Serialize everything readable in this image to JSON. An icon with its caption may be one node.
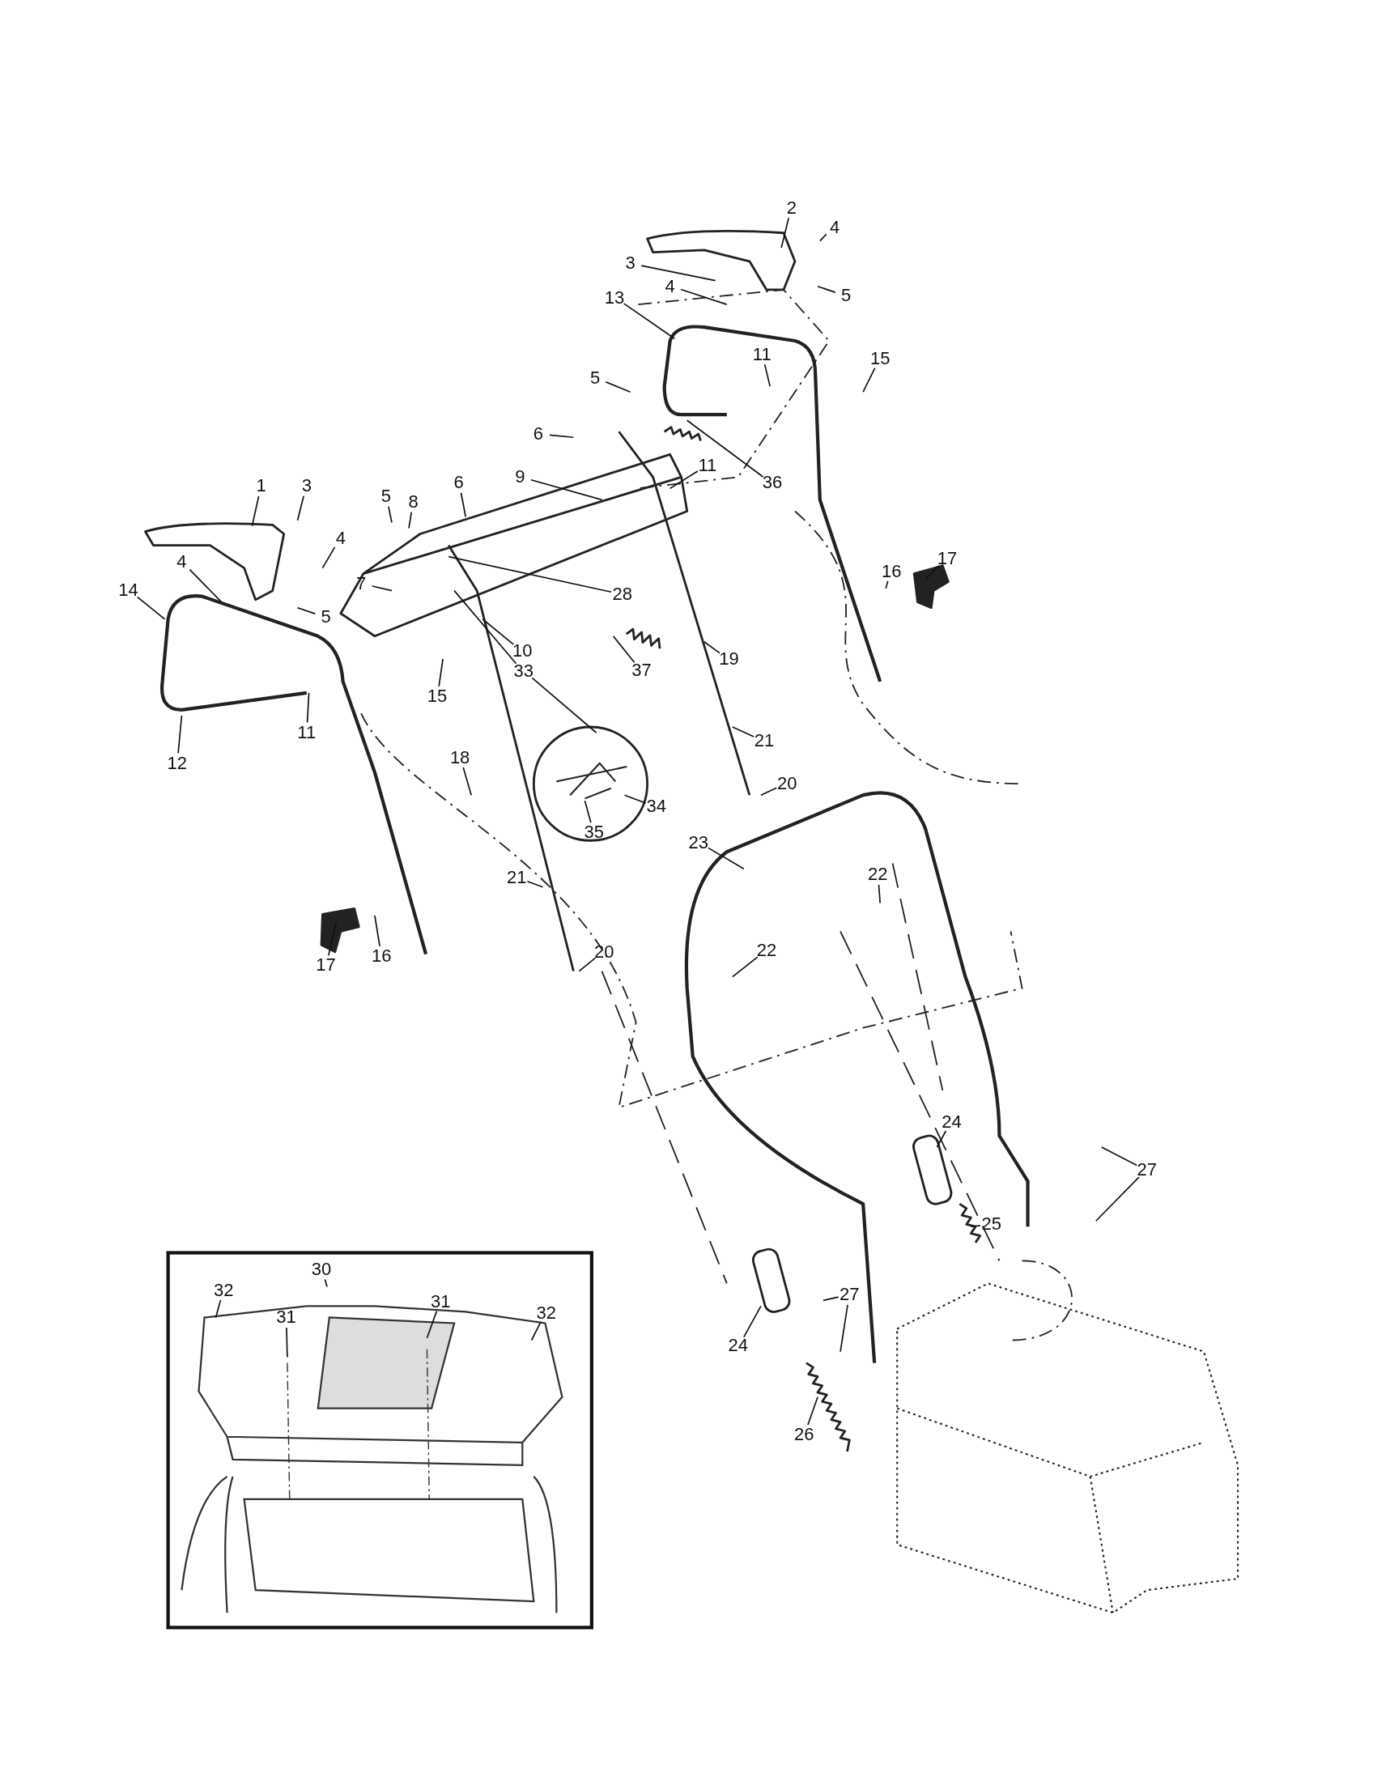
{
  "diagram": {
    "nodes": [
      {
        "text": [
          "2"
        ]
      },
      {
        "text": [
          "4"
        ]
      },
      {
        "text": [
          "3"
        ]
      },
      {
        "text": [
          "5"
        ]
      },
      {
        "text": [
          "4"
        ]
      },
      {
        "text": [
          "13"
        ]
      },
      {
        "text": [
          "11"
        ]
      },
      {
        "text": [
          "15"
        ]
      },
      {
        "text": [
          "5"
        ]
      },
      {
        "text": [
          "6"
        ]
      },
      {
        "text": [
          "11"
        ]
      },
      {
        "text": [
          "36"
        ]
      },
      {
        "text": [
          "9"
        ]
      },
      {
        "text": [
          "1"
        ]
      },
      {
        "text": [
          "3"
        ]
      },
      {
        "text": [
          "6"
        ]
      },
      {
        "text": [
          "5"
        ]
      },
      {
        "text": [
          "8"
        ]
      },
      {
        "text": [
          "4"
        ]
      },
      {
        "text": [
          "4"
        ]
      },
      {
        "text": [
          "16"
        ]
      },
      {
        "text": [
          "17"
        ]
      },
      {
        "text": [
          "7"
        ]
      },
      {
        "text": [
          "14"
        ]
      },
      {
        "text": [
          "28"
        ]
      },
      {
        "text": [
          "5"
        ]
      },
      {
        "text": [
          "10"
        ]
      },
      {
        "text": [
          "19"
        ]
      },
      {
        "text": [
          "37"
        ]
      },
      {
        "text": [
          "33"
        ]
      },
      {
        "text": [
          "15"
        ]
      },
      {
        "text": [
          "11"
        ]
      },
      {
        "text": [
          "21"
        ]
      },
      {
        "text": [
          "12"
        ]
      },
      {
        "text": [
          "18"
        ]
      },
      {
        "text": [
          "20"
        ]
      },
      {
        "text": [
          "34"
        ]
      },
      {
        "text": [
          "35"
        ]
      },
      {
        "text": [
          "23"
        ]
      },
      {
        "text": [
          "22"
        ]
      },
      {
        "text": [
          "21"
        ]
      },
      {
        "text": [
          "16"
        ]
      },
      {
        "text": [
          "22"
        ]
      },
      {
        "text": [
          "20"
        ]
      },
      {
        "text": [
          "17"
        ]
      },
      {
        "text": [
          "24"
        ]
      },
      {
        "text": [
          "27"
        ]
      },
      {
        "text": [
          "25"
        ]
      },
      {
        "text": [
          "30"
        ]
      },
      {
        "text": [
          "32"
        ]
      },
      {
        "text": [
          "27"
        ]
      },
      {
        "text": [
          "31"
        ]
      },
      {
        "text": [
          "31"
        ]
      },
      {
        "text": [
          "32"
        ]
      },
      {
        "text": [
          "24"
        ]
      },
      {
        "text": [
          "26"
        ]
      }
    ],
    "edges": [
      {
        "from": 0,
        "to": null,
        "arrow": "none"
      },
      {
        "from": 1,
        "to": null,
        "arrow": "none"
      },
      {
        "from": 2,
        "to": null,
        "arrow": "none"
      },
      {
        "from": 3,
        "to": null,
        "arrow": "none"
      },
      {
        "from": 4,
        "to": null,
        "arrow": "none"
      },
      {
        "from": 5,
        "to": null,
        "arrow": "none"
      },
      {
        "from": 6,
        "to": null,
        "arrow": "none"
      },
      {
        "from": 7,
        "to": null,
        "arrow": "none"
      },
      {
        "from": 8,
        "to": null,
        "arrow": "none"
      },
      {
        "from": 9,
        "to": null,
        "arrow": "none"
      },
      {
        "from": 10,
        "to": null,
        "arrow": "none"
      },
      {
        "from": 11,
        "to": null,
        "arrow": "none"
      },
      {
        "from": 12,
        "to": null,
        "arrow": "none"
      },
      {
        "from": 13,
        "to": null,
        "arrow": "none"
      },
      {
        "from": 14,
        "to": null,
        "arrow": "none"
      },
      {
        "from": 15,
        "to": null,
        "arrow": "none"
      },
      {
        "from": 16,
        "to": null,
        "arrow": "none"
      },
      {
        "from": 17,
        "to": null,
        "arrow": "none"
      },
      {
        "from": 18,
        "to": null,
        "arrow": "none"
      },
      {
        "from": 19,
        "to": null,
        "arrow": "none"
      },
      {
        "from": 20,
        "to": null,
        "arrow": "none"
      },
      {
        "from": 21,
        "to": null,
        "arrow": "none"
      },
      {
        "from": 22,
        "to": null,
        "arrow": "none"
      },
      {
        "from": 23,
        "to": null,
        "arrow": "none"
      },
      {
        "from": 24,
        "to": null,
        "arrow": "none"
      },
      {
        "from": 25,
        "to": null,
        "arrow": "none"
      },
      {
        "from": 26,
        "to": null,
        "arrow": "none"
      },
      {
        "from": 27,
        "to": null,
        "arrow": "none"
      },
      {
        "from": 28,
        "to": null,
        "arrow": "none"
      },
      {
        "from": 29,
        "to": null,
        "arrow": "none"
      },
      {
        "from": 29,
        "to": null,
        "arrow": "none"
      },
      {
        "from": 30,
        "to": null,
        "arrow": "none"
      },
      {
        "from": 31,
        "to": null,
        "arrow": "none"
      },
      {
        "from": 32,
        "to": null,
        "arrow": "none"
      },
      {
        "from": 33,
        "to": null,
        "arrow": "none"
      },
      {
        "from": 34,
        "to": null,
        "arrow": "none"
      },
      {
        "from": 35,
        "to": null,
        "arrow": "none"
      },
      {
        "from": 36,
        "to": null,
        "arrow": "none"
      },
      {
        "from": 37,
        "to": null,
        "arrow": "none"
      },
      {
        "from": 38,
        "to": null,
        "arrow": "none"
      },
      {
        "from": 39,
        "to": null,
        "arrow": "none"
      },
      {
        "from": 40,
        "to": null,
        "arrow": "none"
      },
      {
        "from": 41,
        "to": null,
        "arrow": "none"
      },
      {
        "from": 42,
        "to": null,
        "arrow": "none"
      },
      {
        "from": 43,
        "to": null,
        "arrow": "none"
      },
      {
        "from": 44,
        "to": null,
        "arrow": "none"
      },
      {
        "from": 45,
        "to": null,
        "arrow": "none"
      },
      {
        "from": 46,
        "to": null,
        "arrow": "none"
      },
      {
        "from": 46,
        "to": null,
        "arrow": "none"
      },
      {
        "from": 47,
        "to": null,
        "arrow": "none"
      },
      {
        "from": 48,
        "to": null,
        "arrow": "none"
      },
      {
        "from": 49,
        "to": null,
        "arrow": "none"
      },
      {
        "from": 50,
        "to": null,
        "arrow": "none"
      },
      {
        "from": 50,
        "to": null,
        "arrow": "none"
      },
      {
        "from": 51,
        "to": null,
        "arrow": "none"
      },
      {
        "from": 52,
        "to": null,
        "arrow": "none"
      },
      {
        "from": 53,
        "to": null,
        "arrow": "none"
      },
      {
        "from": 54,
        "to": null,
        "arrow": "none"
      },
      {
        "from": 55,
        "to": null,
        "arrow": "none"
      }
    ]
  }
}
